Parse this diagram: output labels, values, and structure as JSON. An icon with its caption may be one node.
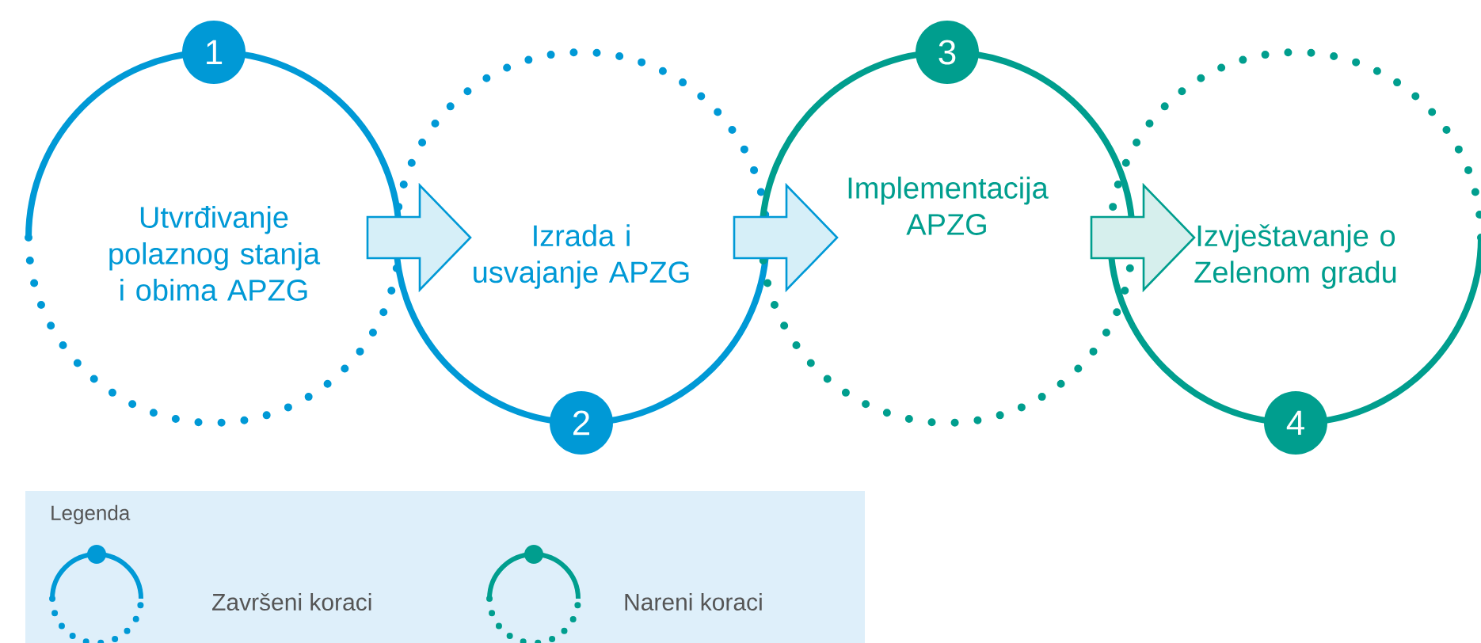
{
  "diagram": {
    "nodes": [
      {
        "text": [
          "Utvrđivanje polaznog stanja i obima APZG"
        ]
      },
      {
        "text": [
          "Izrada i usvajanje APZG"
        ]
      },
      {
        "text": [
          "Implementacija APZG"
        ]
      },
      {
        "text": [
          "Izvještavanje o Zelenom gradu"
        ]
      },
      {
        "text": [
          "1"
        ]
      },
      {
        "text": [
          "2"
        ]
      },
      {
        "text": [
          "3"
        ]
      },
      {
        "text": [
          "4"
        ]
      }
    ],
    "edges": [
      {
        "from": 0,
        "to": 1,
        "arrow": "to"
      },
      {
        "from": 1,
        "to": 2,
        "arrow": "to"
      },
      {
        "from": 2,
        "to": 3,
        "arrow": "to",
        "color": "#009e8e"
      }
    ],
    "labels": [
      "Legenda"
    ],
    "legend": [
      {
        "text": "Završeni koraci"
      },
      {
        "text": "Nareni koraci"
      }
    ]
  }
}
